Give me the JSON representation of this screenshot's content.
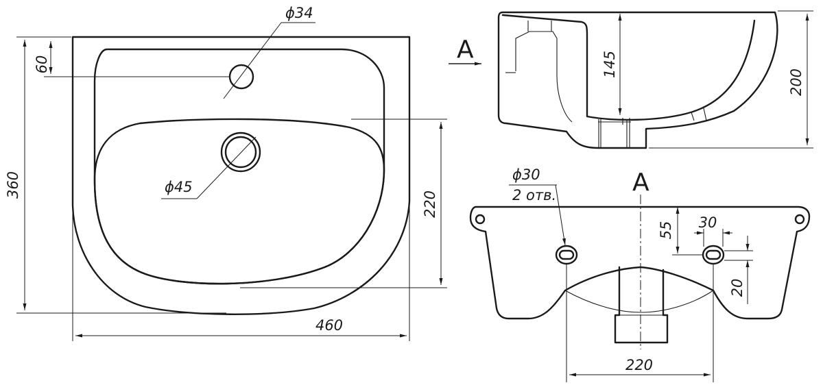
{
  "top_view": {
    "dims": {
      "width": "460",
      "height": "360",
      "inner_depth": "220",
      "tap_offset": "60",
      "tap_hole": "ϕ34",
      "drain_hole": "ϕ45"
    }
  },
  "side_view": {
    "section_marker": "A",
    "dims": {
      "bowl_depth": "145",
      "total_height": "200"
    }
  },
  "back_view": {
    "view_label": "A",
    "dims": {
      "mount_hole": "ϕ30",
      "mount_count": "2 отв.",
      "hole_offset": "55",
      "slot_width": "30",
      "slot_height": "20",
      "hole_spacing": "220"
    }
  }
}
